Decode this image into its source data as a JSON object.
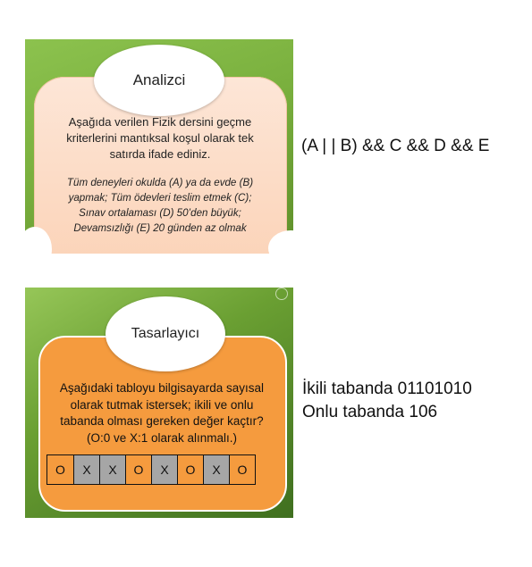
{
  "card1": {
    "title": "Analizci",
    "question_lines": [
      "Aşağıda verilen Fizik dersini geçme",
      "kriterlerini mantıksal koşul olarak tek",
      "satırda ifade ediniz."
    ],
    "criteria_lines": [
      "Tüm deneyleri okulda (A) ya da evde (B)",
      "yapmak; Tüm ödevleri teslim etmek (C);",
      "Sınav ortalaması (D) 50’den büyük;",
      "Devamsızlığı (E) 20 günden az olmak"
    ]
  },
  "answer1": "(A | | B) && C && D && E",
  "card2": {
    "title": "Tasarlayıcı",
    "question_lines": [
      "Aşağıdaki tabloyu bilgisayarda sayısal",
      "olarak tutmak istersek; ikili ve onlu",
      "tabanda olması gereken değer kaçtır?",
      "(O:0 ve X:1 olarak alınmalı.)"
    ],
    "cells": [
      "O",
      "X",
      "X",
      "O",
      "X",
      "O",
      "X",
      "O"
    ]
  },
  "answer2": {
    "line1": "İkili tabanda 01101010",
    "line2": "Onlu tabanda 106"
  },
  "colors": {
    "green": "#7ab03e",
    "peach": "#fbd2b6",
    "orange": "#f59b3e",
    "gray_cell": "#a6a6a6"
  }
}
